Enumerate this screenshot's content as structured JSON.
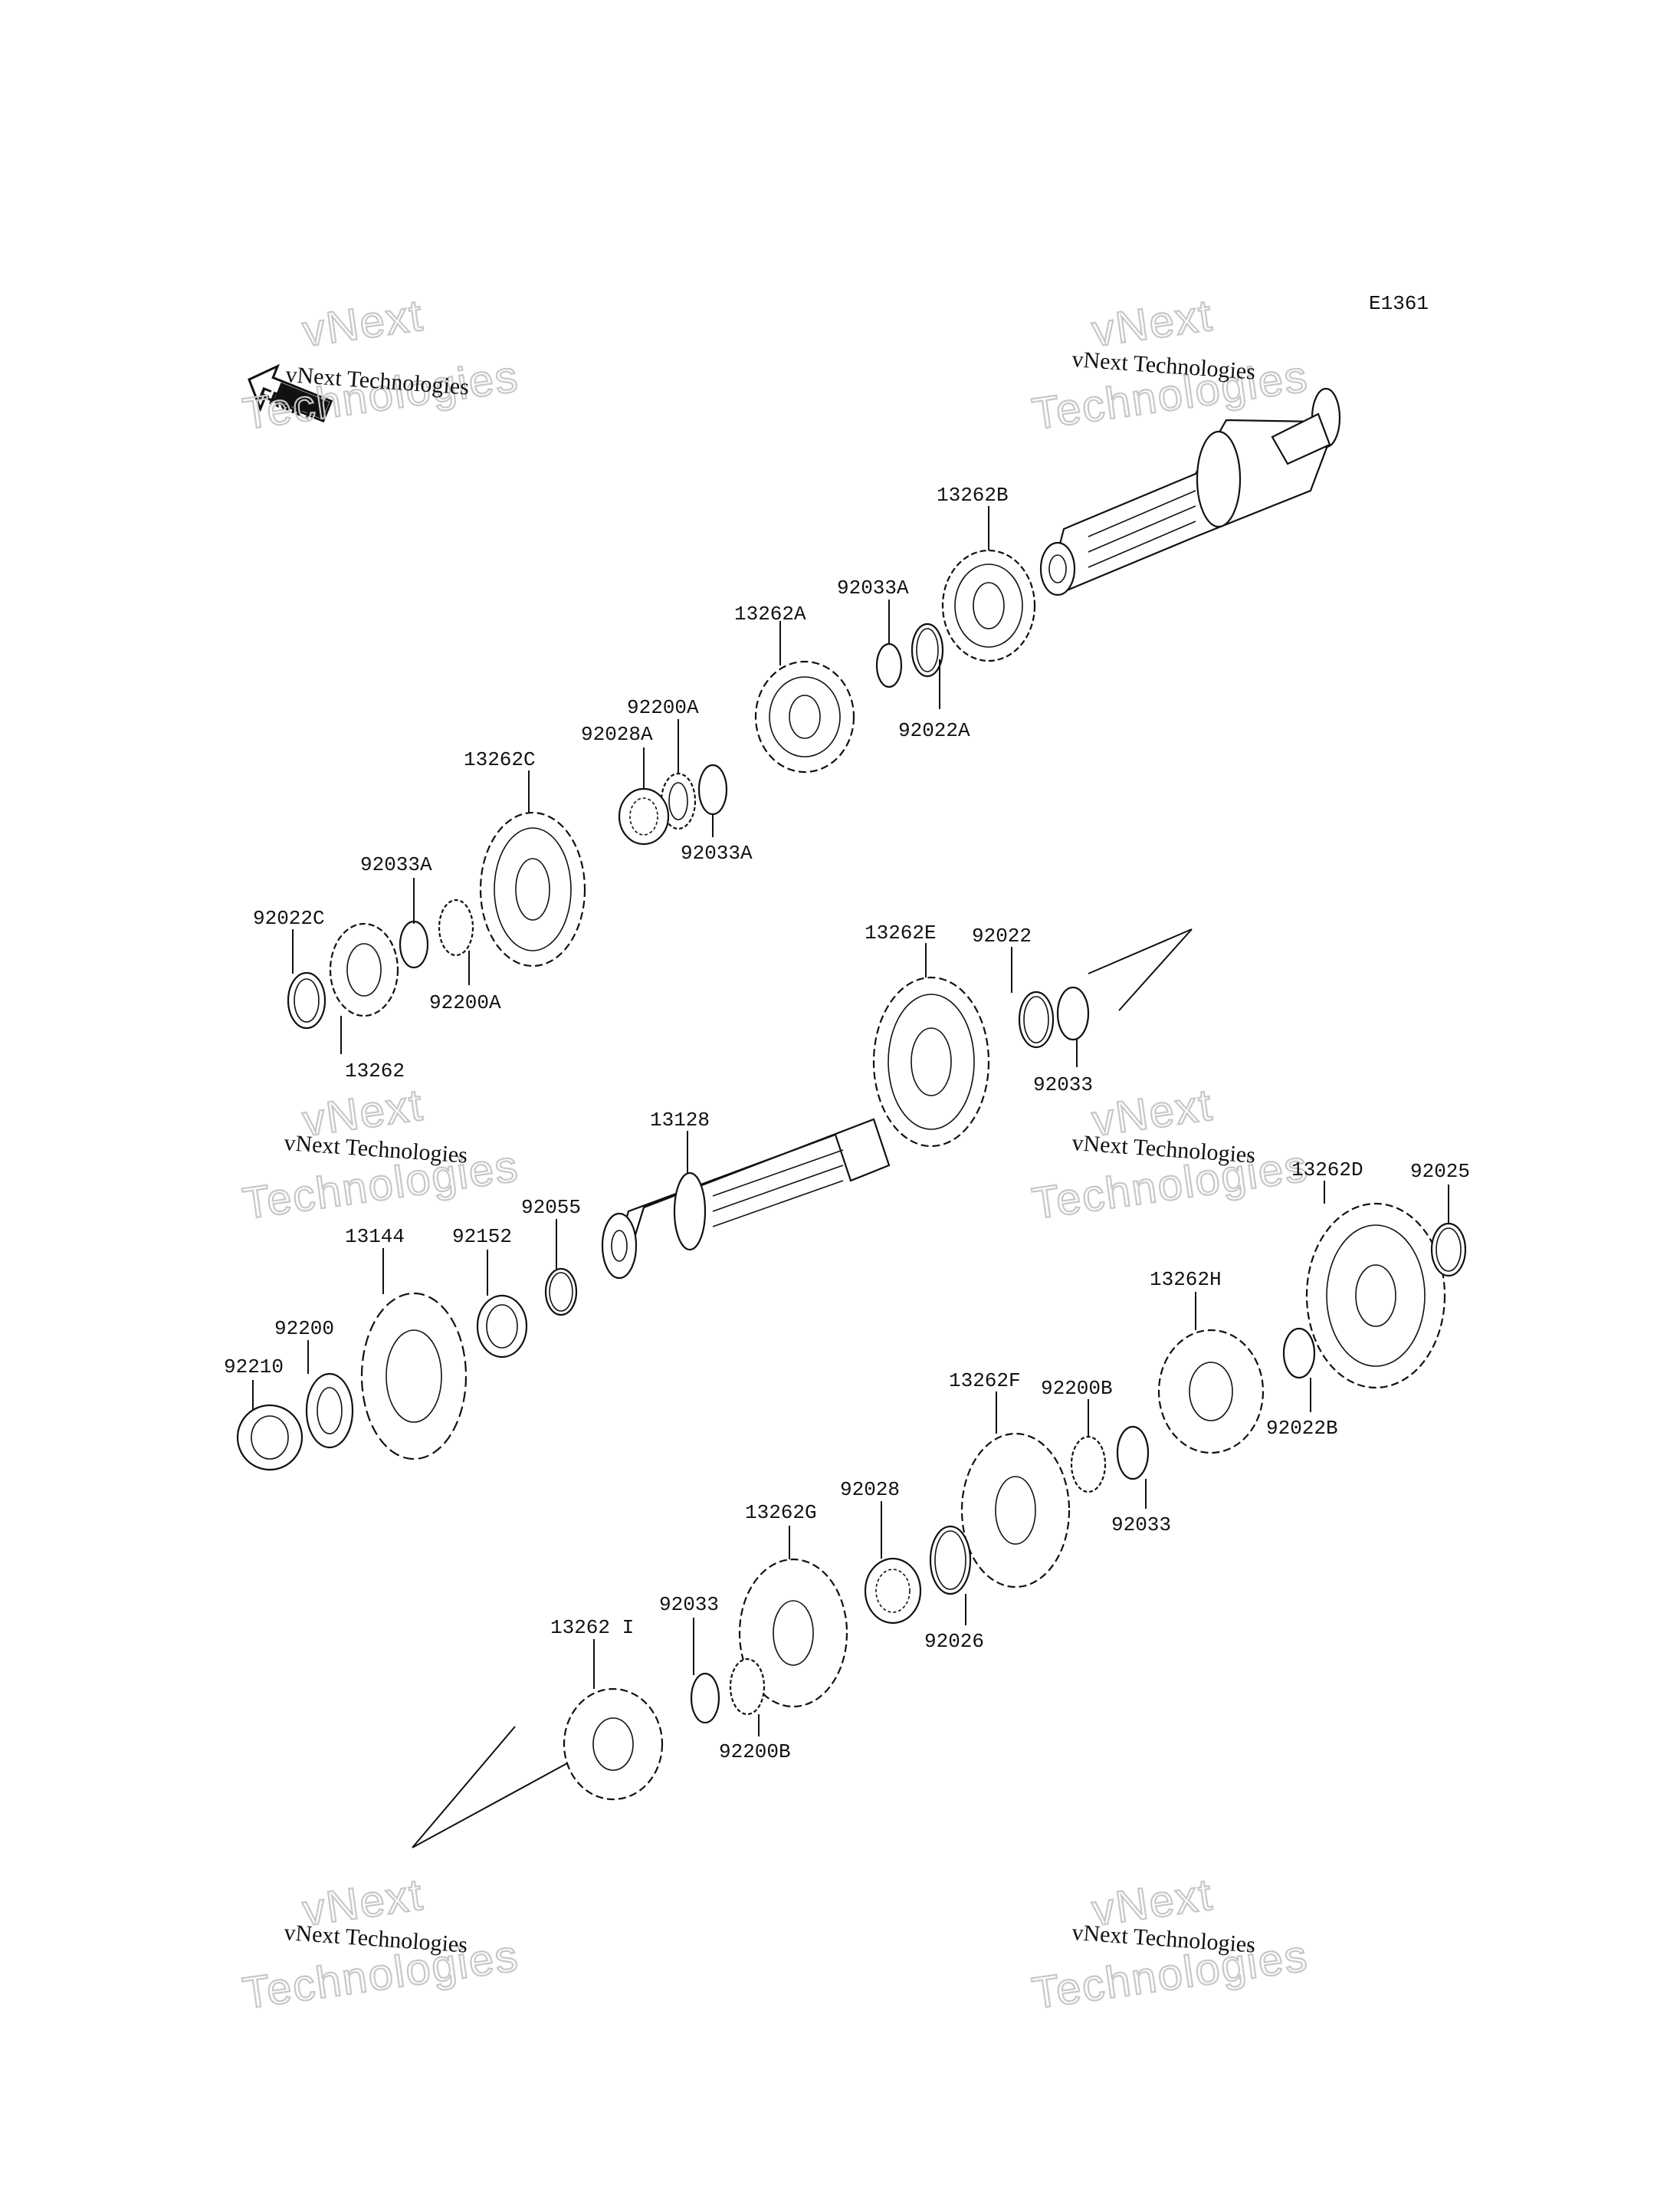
{
  "diagram_code": "E1361",
  "front_label": "FRONT",
  "watermark": {
    "small": "vNext Technologies",
    "big_1": "vNext",
    "big_2": "Technologies"
  },
  "labels": {
    "p13262B": "13262B",
    "p92033A_1": "92033A",
    "p13262A": "13262A",
    "p92022A": "92022A",
    "p92200A_1": "92200A",
    "p92028A": "92028A",
    "p92033A_2": "92033A",
    "p13262C": "13262C",
    "p92033A_3": "92033A",
    "p92022C": "92022C",
    "p92200A_2": "92200A",
    "p13262": "13262",
    "p13262E": "13262E",
    "p92022": "92022",
    "p92033_1": "92033",
    "p13128": "13128",
    "p92055": "92055",
    "p92152": "92152",
    "p13144": "13144",
    "p92200": "92200",
    "p92210": "92210",
    "p13262D": "13262D",
    "p92025": "92025",
    "p13262H": "13262H",
    "p92022B": "92022B",
    "p92200B_1": "92200B",
    "p92033_2": "92033",
    "p13262F": "13262F",
    "p92028": "92028",
    "p92026": "92026",
    "p13262G": "13262G",
    "p92033_3": "92033",
    "p92200B_2": "92200B",
    "p13262I": "13262 I"
  }
}
